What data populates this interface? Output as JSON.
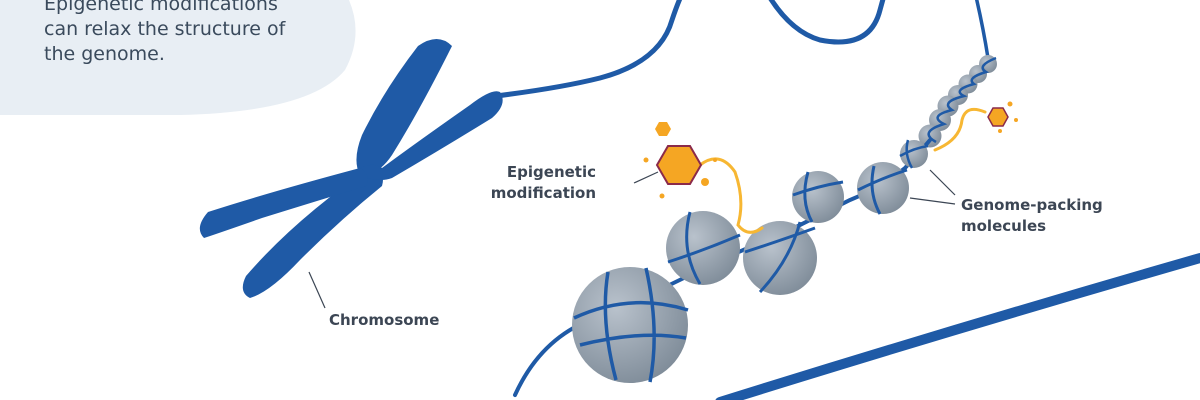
{
  "caption": {
    "lines": [
      "Epigenetic modifications",
      "can relax the structure of",
      "the genome."
    ]
  },
  "labels": {
    "epigenetic_modification": [
      "Epigenetic",
      "modification"
    ],
    "genome_packing_molecules": [
      "Genome-packing",
      "molecules"
    ],
    "chromosome": "Chromosome"
  },
  "colors": {
    "dna_blue": "#1f5aa6",
    "nucleosome_gray": "#9aa6b2",
    "modification_orange": "#f5a623",
    "tether_yellow": "#f7b733",
    "bubble_bg": "#e8eef4",
    "label_text": "#3c4654"
  }
}
